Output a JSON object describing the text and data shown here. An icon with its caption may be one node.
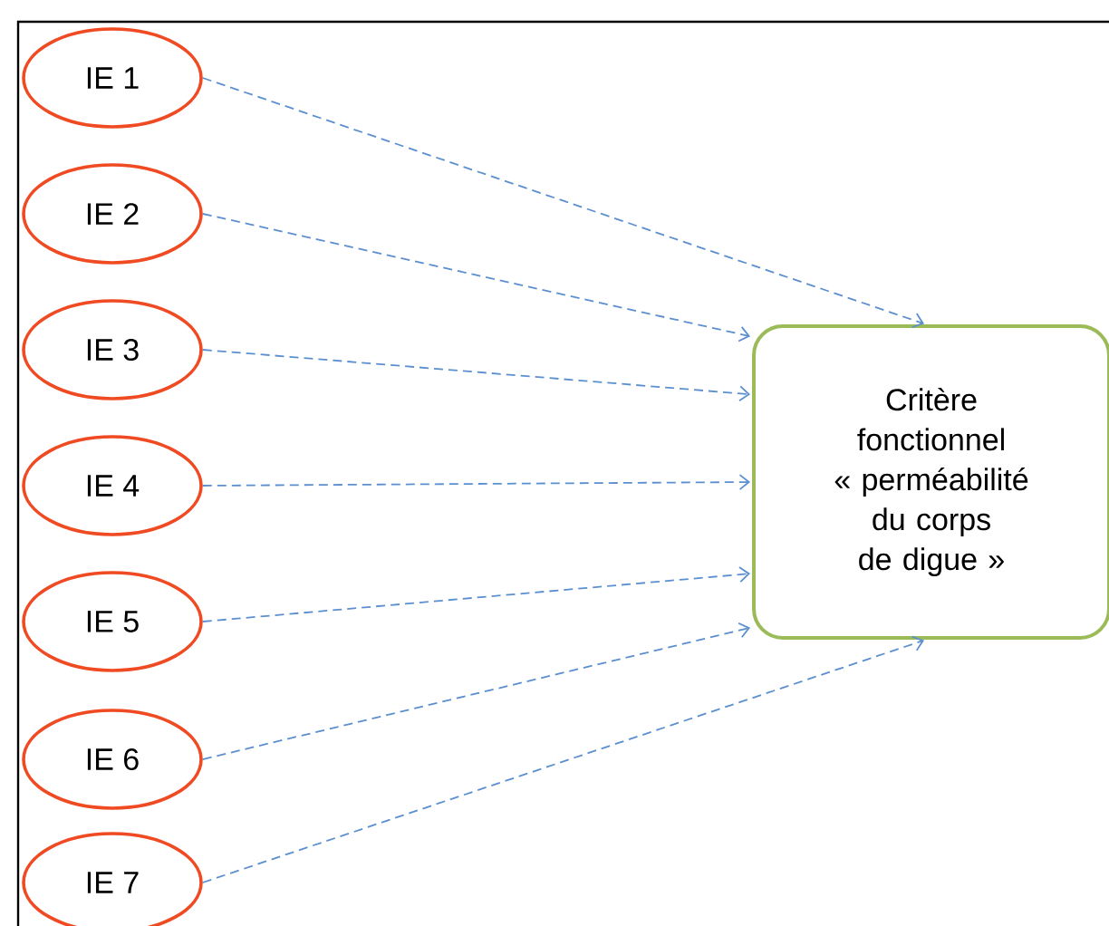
{
  "diagram": {
    "nodes": [
      {
        "text": [
          "IE 1"
        ]
      },
      {
        "text": [
          "IE 2"
        ]
      },
      {
        "text": [
          "IE 3"
        ]
      },
      {
        "text": [
          "IE 4"
        ]
      },
      {
        "text": [
          "IE 5"
        ]
      },
      {
        "text": [
          "IE 6"
        ]
      },
      {
        "text": [
          "IE 7"
        ]
      },
      {
        "text": [
          "Critère fonctionnel « perméabilité du corps de digue »"
        ]
      }
    ],
    "edges": [
      {
        "from": 0,
        "to": 7,
        "arrow": "to",
        "style": "dashed"
      },
      {
        "from": 1,
        "to": 7,
        "arrow": "to",
        "style": "dashed"
      },
      {
        "from": 2,
        "to": 7,
        "arrow": "to",
        "style": "dashed"
      },
      {
        "from": 3,
        "to": 7,
        "arrow": "to",
        "style": "dashed"
      },
      {
        "from": 4,
        "to": 7,
        "arrow": "to",
        "style": "dashed"
      },
      {
        "from": 5,
        "to": 7,
        "arrow": "to",
        "style": "dashed"
      },
      {
        "from": 6,
        "to": 7,
        "arrow": "to",
        "style": "dashed"
      }
    ]
  }
}
